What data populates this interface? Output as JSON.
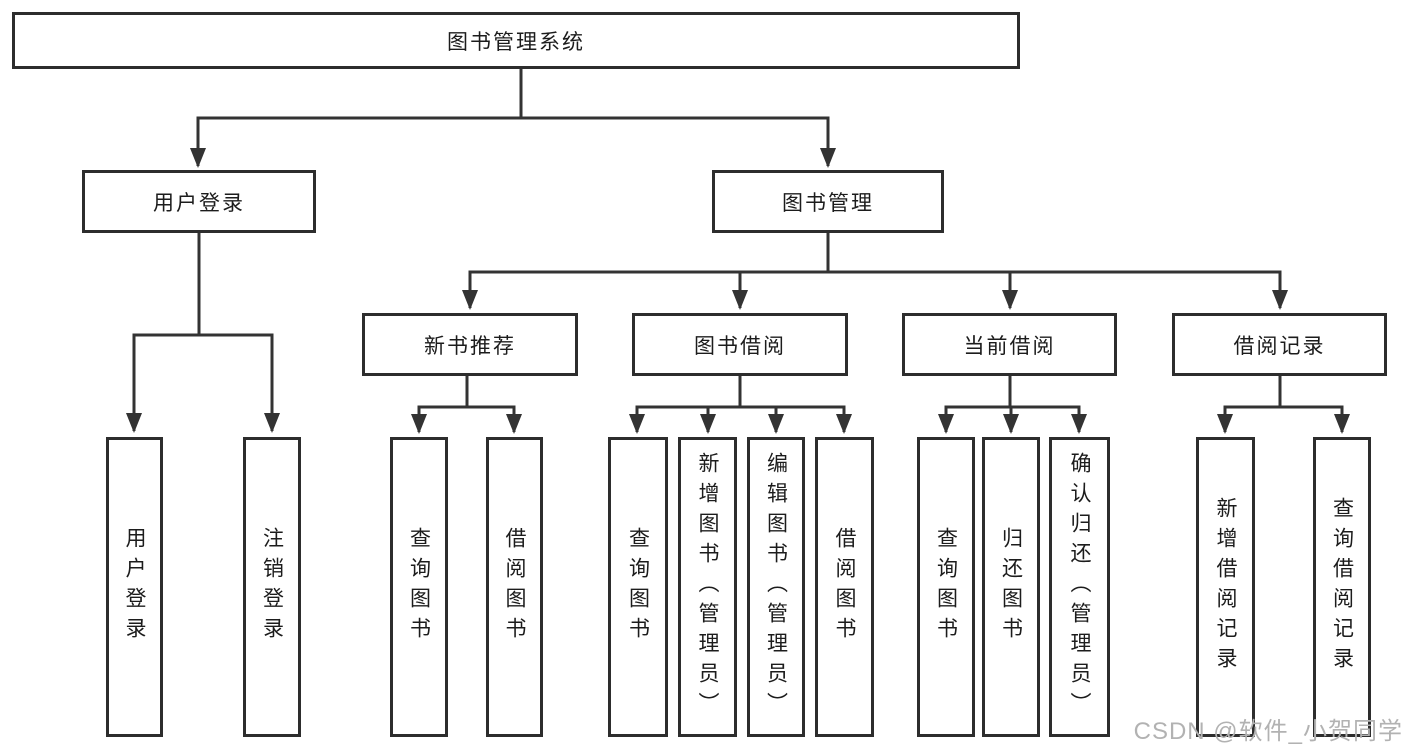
{
  "tree": {
    "label": "图书管理系统",
    "children": [
      {
        "label": "用户登录",
        "children": [
          {
            "label": "用户登录"
          },
          {
            "label": "注销登录"
          }
        ]
      },
      {
        "label": "图书管理",
        "children": [
          {
            "label": "新书推荐",
            "children": [
              {
                "label": "查询图书"
              },
              {
                "label": "借阅图书"
              }
            ]
          },
          {
            "label": "图书借阅",
            "children": [
              {
                "label": "查询图书"
              },
              {
                "label": "新增图书（管理员）"
              },
              {
                "label": "编辑图书（管理员）"
              },
              {
                "label": "借阅图书"
              }
            ]
          },
          {
            "label": "当前借阅",
            "children": [
              {
                "label": "查询图书"
              },
              {
                "label": "归还图书"
              },
              {
                "label": "确认归还（管理员）"
              }
            ]
          },
          {
            "label": "借阅记录",
            "children": [
              {
                "label": "新增借阅记录"
              },
              {
                "label": "查询借阅记录"
              }
            ]
          }
        ]
      }
    ]
  },
  "watermark": {
    "text": "CSDN @软件_小贺同学"
  },
  "colors": {
    "line": "#333333",
    "box_border": "#2d2d2d",
    "text": "#1c1c1c",
    "watermark": "#b2b2b2",
    "background": "#ffffff"
  }
}
